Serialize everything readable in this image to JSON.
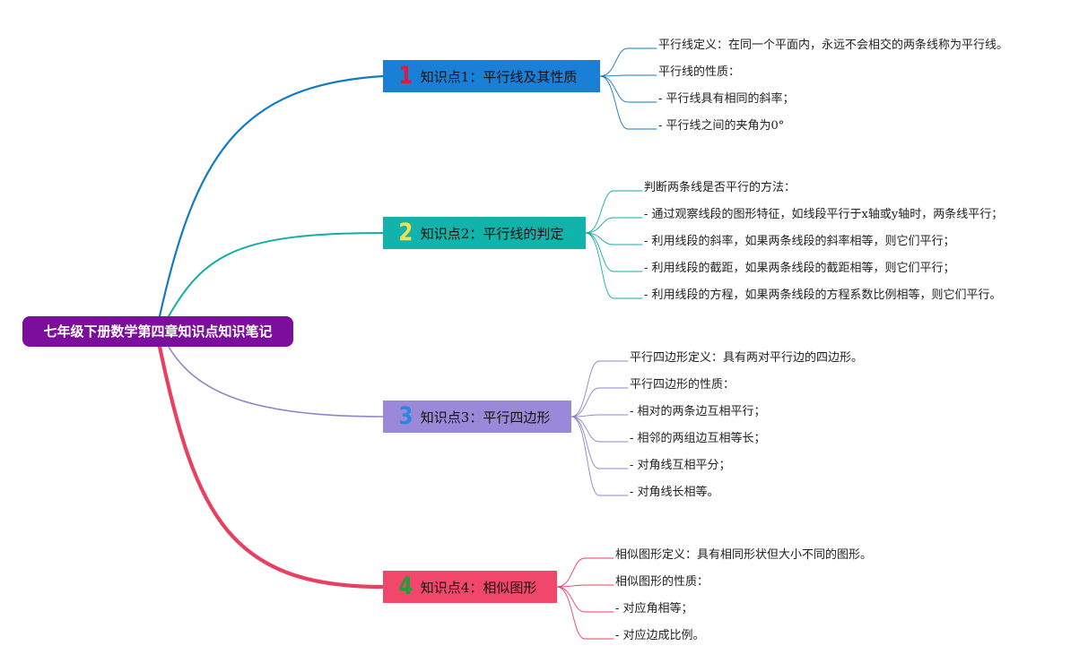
{
  "root": {
    "label": "七年级下册数学第四章知识点知识笔记",
    "color": "#7b0f9c"
  },
  "topics": [
    {
      "number": "1",
      "number_color": "#d81f3a",
      "label": "知识点1：平行线及其性质",
      "fill": "#1a7fd6",
      "line_color": "#127bc2",
      "items": [
        "平行线定义：在同一个平面内，永远不会相交的两条线称为平行线。",
        "平行线的性质：",
        "- 平行线具有相同的斜率；",
        "- 平行线之间的夹角为0°"
      ]
    },
    {
      "number": "2",
      "number_color": "#f4e04d",
      "label": "知识点2：平行线的判定",
      "fill": "#12b3aa",
      "line_color": "#14aca6",
      "items": [
        "判断两条线是否平行的方法：",
        "- 通过观察线段的图形特征，如线段平行于x轴或y轴时，两条线平行；",
        "- 利用线段的斜率，如果两条线段的斜率相等，则它们平行；",
        "- 利用线段的截距，如果两条线段的截距相等，则它们平行；",
        "- 利用线段的方程，如果两条线段的方程系数比例相等，则它们平行。"
      ]
    },
    {
      "number": "3",
      "number_color": "#2e86de",
      "label": "知识点3：平行四边形",
      "fill": "#9a88d8",
      "line_color": "#9182cc",
      "items": [
        "平行四边形定义：具有两对平行边的四边形。",
        "平行四边形的性质：",
        "- 相对的两条边互相平行；",
        "- 相邻的两组边互相等长；",
        "- 对角线互相平分；",
        "- 对角线长相等。"
      ]
    },
    {
      "number": "4",
      "number_color": "#1e9e3a",
      "label": "知识点4：相似图形",
      "fill": "#f0476a",
      "line_color": "#e8405f",
      "items": [
        "相似图形定义：具有相同形状但大小不同的图形。",
        "相似图形的性质：",
        "- 对应角相等；",
        "- 对应边成比例。"
      ]
    }
  ]
}
